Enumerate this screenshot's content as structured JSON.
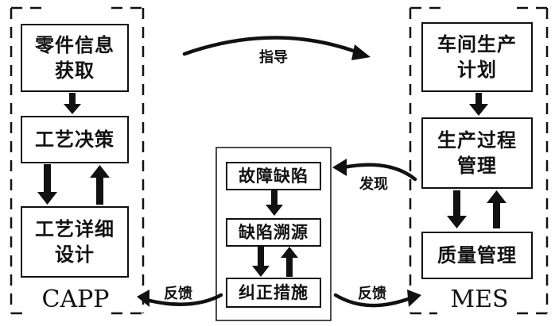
{
  "capp": {
    "title": "CAPP",
    "part_info": [
      "零件信息",
      "获取"
    ],
    "process_decision": "工艺决策",
    "detailed_design": [
      "工艺详细",
      "设计"
    ]
  },
  "mes": {
    "title": "MES",
    "shop_plan": [
      "车间生产",
      "计划"
    ],
    "production_mgmt": [
      "生产过程",
      "管理"
    ],
    "quality_mgmt": "质量管理"
  },
  "center": {
    "fault_defect": "故障缺陷",
    "defect_trace": "缺陷溯源",
    "corrective": "纠正措施"
  },
  "labels": {
    "guide": "指导",
    "discover": "发现",
    "feedback_left": "反馈",
    "feedback_right": "反馈"
  }
}
